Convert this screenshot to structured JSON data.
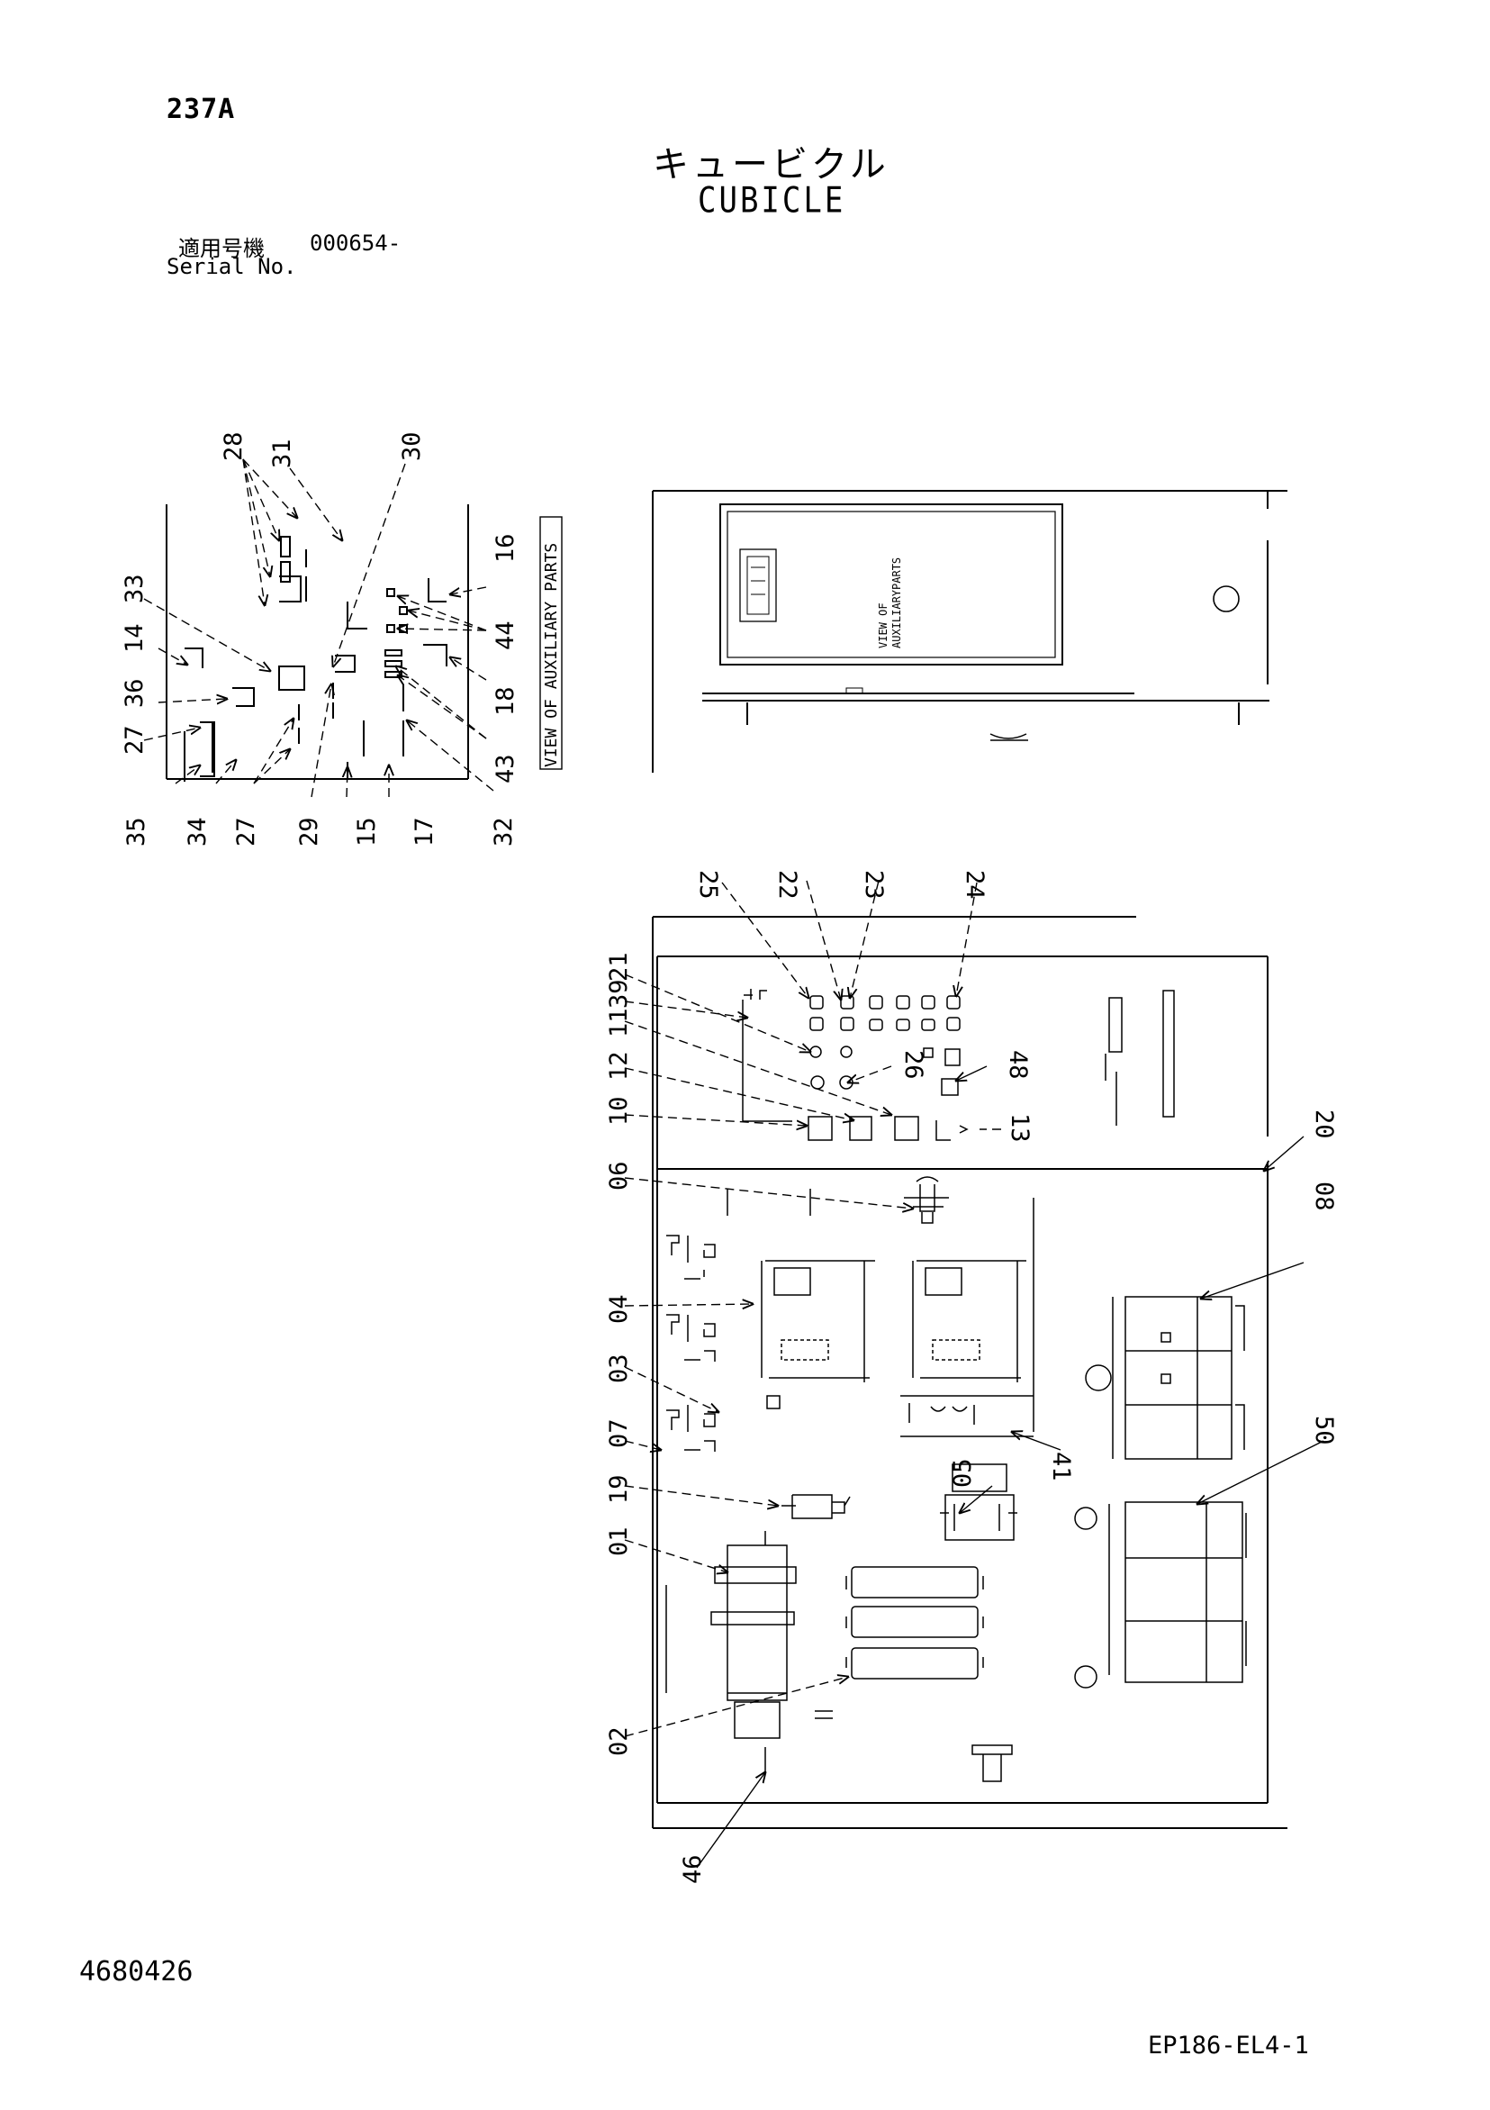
{
  "header": {
    "page_no": "237A",
    "title_jp": "キュービクル",
    "title_en": "CUBICLE",
    "serial_label_jp": "適用号機",
    "serial_value": "000654-",
    "serial_label_en": "Serial No."
  },
  "aux_view": {
    "caption": "VIEW OF AUXILIARY PARTS",
    "callouts": [
      "28",
      "31",
      "30",
      "33",
      "14",
      "36",
      "27",
      "16",
      "44",
      "18",
      "43",
      "35",
      "34",
      "27",
      "29",
      "15",
      "17",
      "32"
    ]
  },
  "cabinet_top": {
    "label_line1": "VIEW OF",
    "label_line2": "AUXILIARYPARTS"
  },
  "main_view": {
    "callouts_top": [
      "25",
      "22",
      "23",
      "24"
    ],
    "callouts_left_upper": [
      "21",
      "39",
      "11",
      "12",
      "10",
      "06"
    ],
    "callouts_left_lower": [
      "04",
      "03",
      "07",
      "19",
      "01",
      "02",
      "46"
    ],
    "callouts_right": [
      "48",
      "26",
      "13",
      "20",
      "08",
      "41",
      "05",
      "50"
    ]
  },
  "footer": {
    "doc_no": "4680426",
    "sheet_ref": "EP186-EL4-1"
  }
}
